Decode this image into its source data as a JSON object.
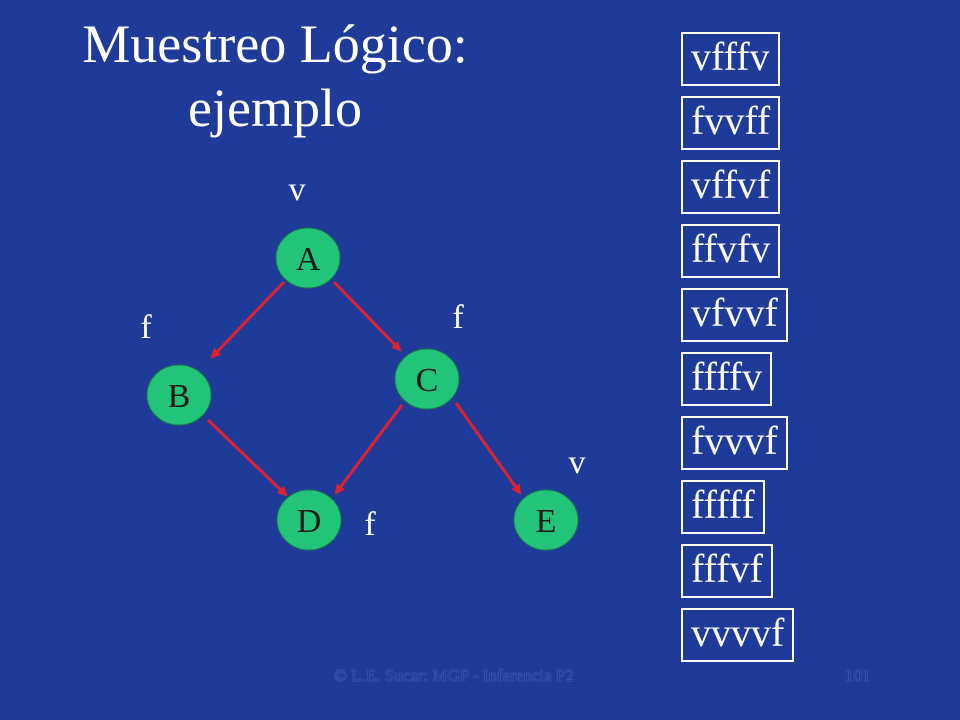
{
  "title": {
    "line1": "Muestreo Lógico:",
    "line2": "ejemplo"
  },
  "graph": {
    "nodes": [
      {
        "id": "A",
        "label": "A"
      },
      {
        "id": "B",
        "label": "B"
      },
      {
        "id": "C",
        "label": "C"
      },
      {
        "id": "D",
        "label": "D"
      },
      {
        "id": "E",
        "label": "E"
      }
    ],
    "values": {
      "A": "v",
      "B": "f",
      "C": "f",
      "D": "f",
      "E": "v"
    },
    "edges": [
      [
        "A",
        "B"
      ],
      [
        "A",
        "C"
      ],
      [
        "B",
        "D"
      ],
      [
        "C",
        "D"
      ],
      [
        "C",
        "E"
      ]
    ],
    "node_color": "#22C47A",
    "edge_color": "#E0202E"
  },
  "samples": [
    "vfffv",
    "fvvff",
    "vffvf",
    "ffvfv",
    "vfvvf",
    "ffffv",
    "fvvvf",
    "fffff",
    "fffvf",
    "vvvvf"
  ],
  "footer": {
    "credit": "© L.E. Sucar: MGP - Inferencia P2",
    "page": "101"
  },
  "colors": {
    "background": "#1F3B9A",
    "text": "#FFFFFF"
  }
}
